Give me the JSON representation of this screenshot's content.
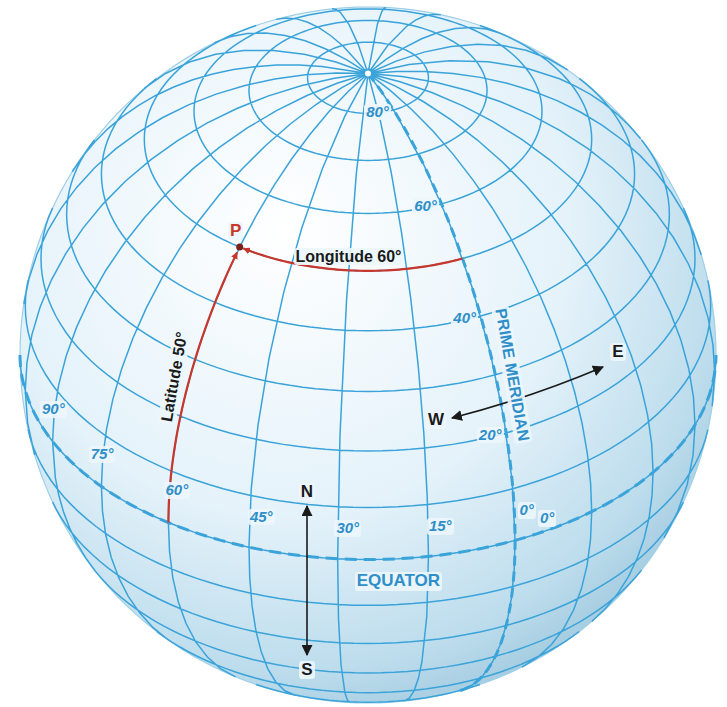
{
  "diagram": {
    "labels": [
      "80°",
      "60°",
      "40°",
      "20°",
      "0°",
      "90°",
      "75°",
      "60°",
      "45°",
      "30°",
      "15°",
      "0°",
      "P",
      "Longitude 60°",
      "Latitude 50°",
      "W",
      "E",
      "N",
      "S",
      "PRIME MERIDIAN",
      "EQUATOR"
    ]
  }
}
